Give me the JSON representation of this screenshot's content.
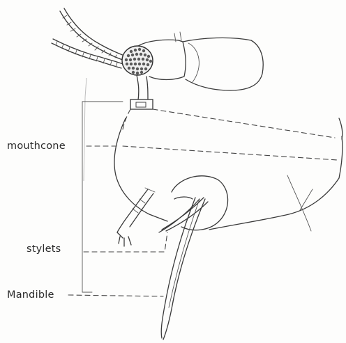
{
  "labels": {
    "mouthcone": "mouthcone",
    "stylets": "stylets",
    "mandible": "Mandible"
  }
}
